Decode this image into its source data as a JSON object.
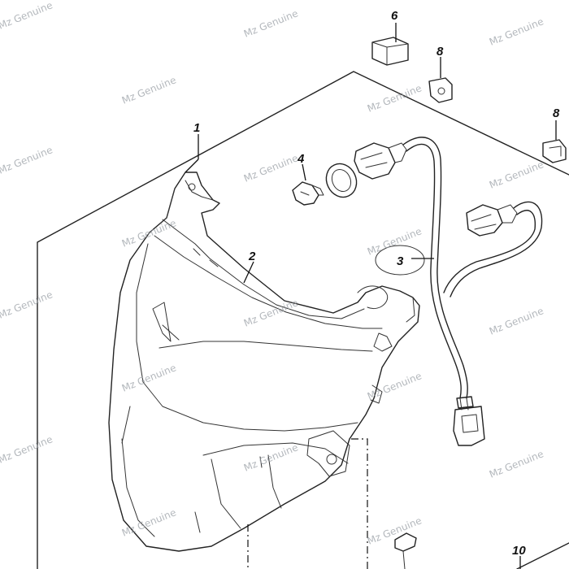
{
  "callouts": {
    "c1": "1",
    "c2": "2",
    "c3": "3",
    "c4": "4",
    "c6": "6",
    "c8a": "8",
    "c8b": "8",
    "c10": "10"
  },
  "watermark": "Mz Genuine",
  "colors": {
    "line": "#222222",
    "watermark": "#9aa0a6",
    "background": "#ffffff"
  }
}
